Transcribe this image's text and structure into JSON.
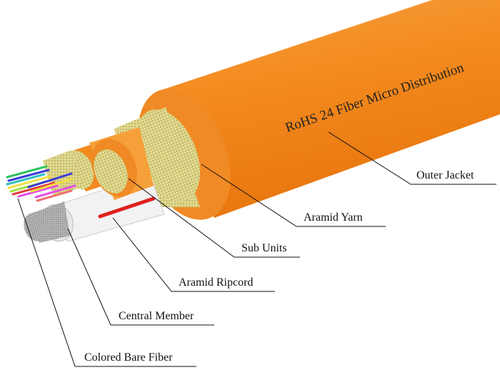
{
  "jacket_text": "RoHS 24 Fiber Micro Distribution",
  "labels": {
    "outer_jacket": "Outer Jacket",
    "aramid_yarn": "Aramid Yarn",
    "sub_units": "Sub Units",
    "aramid_ripcord": "Aramid Ripcord",
    "central_member": "Central Member",
    "colored_bare_fiber": "Colored Bare Fiber"
  },
  "colors": {
    "jacket": "#f28a1e",
    "jacket_light": "#f9b04a",
    "yarn": "#d9d27a",
    "ripcord": "#e0201c",
    "central_member": "#a8a8a8",
    "fibers": [
      "#2ec25b",
      "#3b3bd8",
      "#f0e040",
      "#e050e0",
      "#e04040",
      "#30c0c0",
      "#f07070",
      "#a0e040"
    ]
  }
}
